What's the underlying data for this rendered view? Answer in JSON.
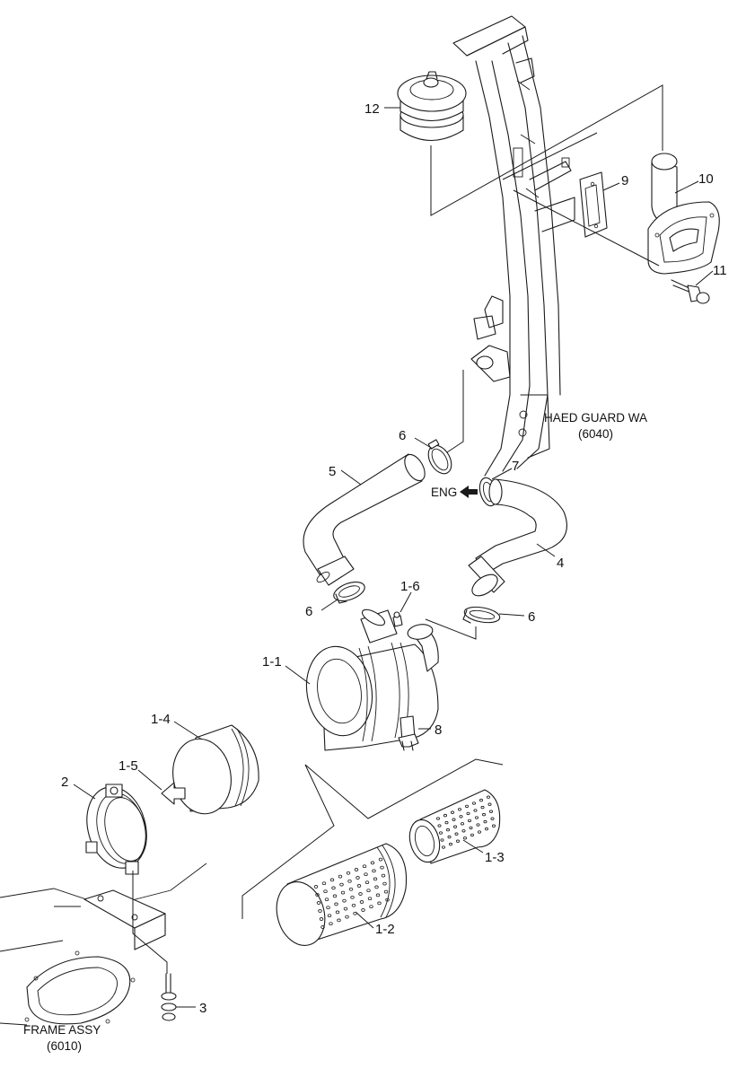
{
  "callouts": {
    "c12": "12",
    "c9": "9",
    "c10": "10",
    "c11": "11",
    "c6a": "6",
    "c5": "5",
    "c7": "7",
    "c4": "4",
    "c6b": "6",
    "c16": "1-6",
    "c6c": "6",
    "c11b": "1-1",
    "c8": "8",
    "c14": "1-4",
    "c15": "1-5",
    "c2": "2",
    "c13": "1-3",
    "c12b": "1-2",
    "c3": "3"
  },
  "labels": {
    "head_guard_name": "HAED GUARD WA",
    "head_guard_code": "(6040)",
    "engine": "ENG",
    "frame_name": "FRAME ASSY",
    "frame_code": "(6010)"
  }
}
